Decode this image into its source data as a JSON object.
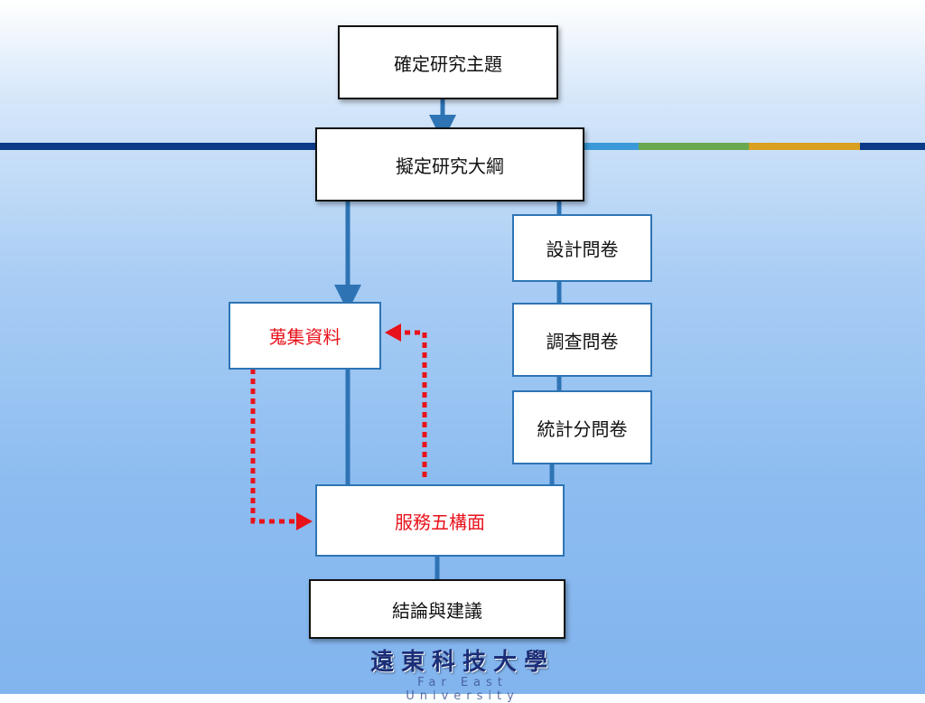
{
  "diagram": {
    "nodes": {
      "topic": "確定研究主題",
      "outline": "擬定研究大綱",
      "design": "設計問卷",
      "survey": "調查問卷",
      "stats": "統計分問卷",
      "collect": "蒐集資料",
      "five": "服務五構面",
      "conclusion": "結論與建議"
    }
  },
  "logo": {
    "chinese": "遠東科技大學",
    "english": "Far East University"
  },
  "colors": {
    "band": "#0d3a87",
    "band_segments": [
      "#3a9ad9",
      "#6aa84f",
      "#d9a021"
    ],
    "connector": "#2e74b5",
    "feedback": "#e8121b",
    "red_text": "#e8121b"
  }
}
